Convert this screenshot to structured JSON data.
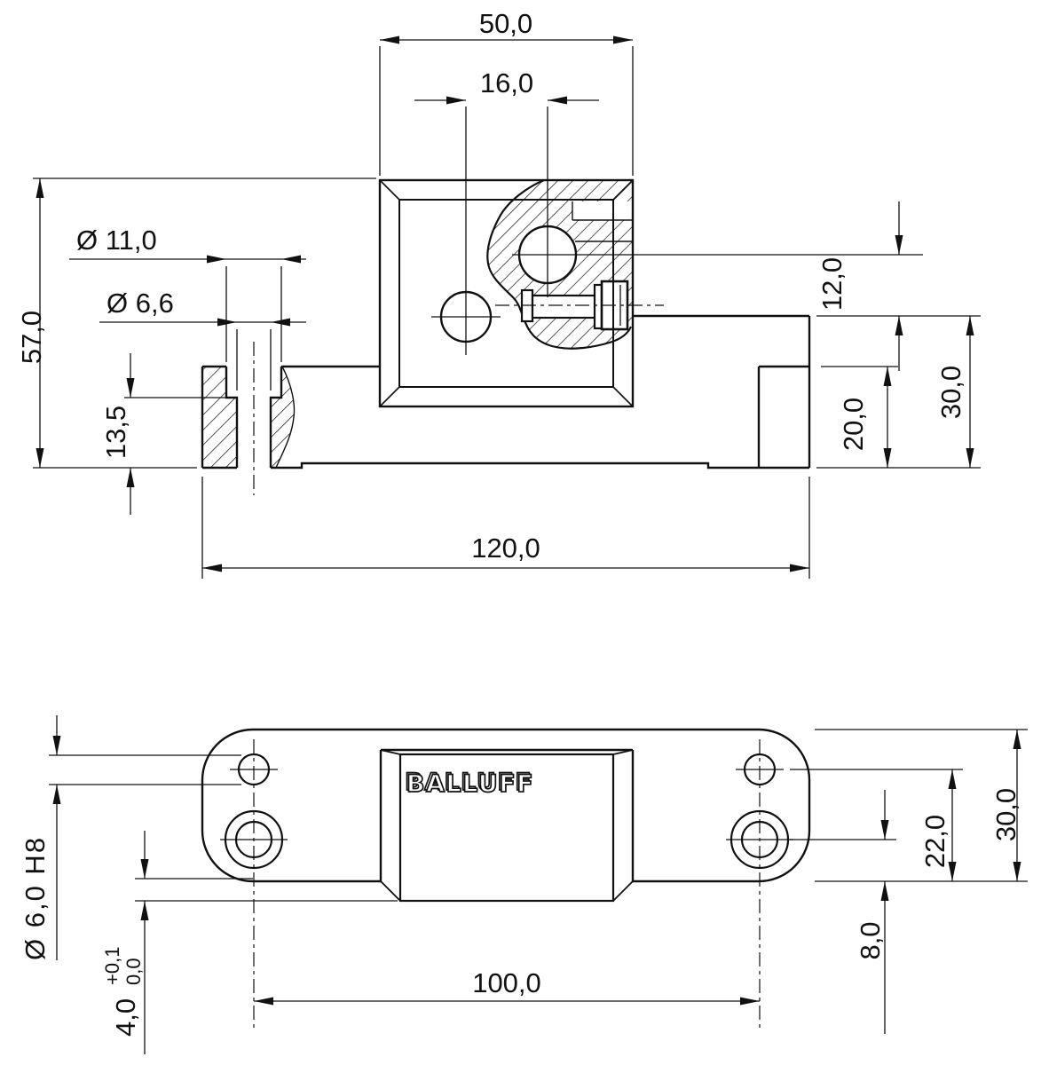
{
  "drawing": {
    "background": "#ffffff",
    "line_color": "#111111",
    "brand_logo": "BALLUFF",
    "front_view": {
      "block_width": "50,0",
      "hole_pitch": "16,0",
      "counterbore_dia": "Ø 11,0",
      "through_hole_dia": "Ø 6,6",
      "total_height": "57,0",
      "remaining_depth": "13,5",
      "pivot_offset": "12,0",
      "step_height": "20,0",
      "plate_height": "30,0",
      "overall_length": "120,0"
    },
    "bottom_view": {
      "dowel_hole": "Ø 6,0 H8",
      "protrusion": "4,0",
      "protrusion_tol_upper": "+0,1",
      "protrusion_tol_lower": "0,0",
      "hole_spacing": "100,0",
      "hole_edge_offset": "8,0",
      "dowel_offset": "22,0",
      "plate_width": "30,0"
    }
  }
}
